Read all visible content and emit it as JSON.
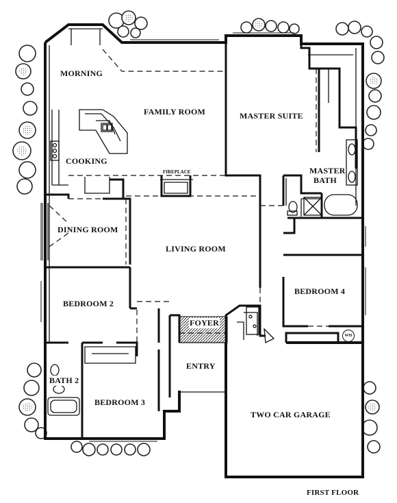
{
  "plan_title": "FIRST FLOOR",
  "rooms": {
    "morning": "MORNING",
    "family_room": "FAMILY ROOM",
    "master_suite": "MASTER SUITE",
    "cooking": "COOKING",
    "master_bath_1": "MASTER",
    "master_bath_2": "BATH",
    "fireplace": "FIREPLACE",
    "dining_room": "DINING ROOM",
    "living_room": "LIVING ROOM",
    "bedroom_2": "BEDROOM 2",
    "bedroom_4": "BEDROOM 4",
    "foyer": "FOYER",
    "entry": "ENTRY",
    "bath_2": "BATH 2",
    "bedroom_3": "BEDROOM 3",
    "garage": "TWO CAR GARAGE",
    "water_heater": "WH"
  },
  "colors": {
    "ink": "#111111",
    "paper": "#ffffff",
    "shrub": "#222222"
  }
}
